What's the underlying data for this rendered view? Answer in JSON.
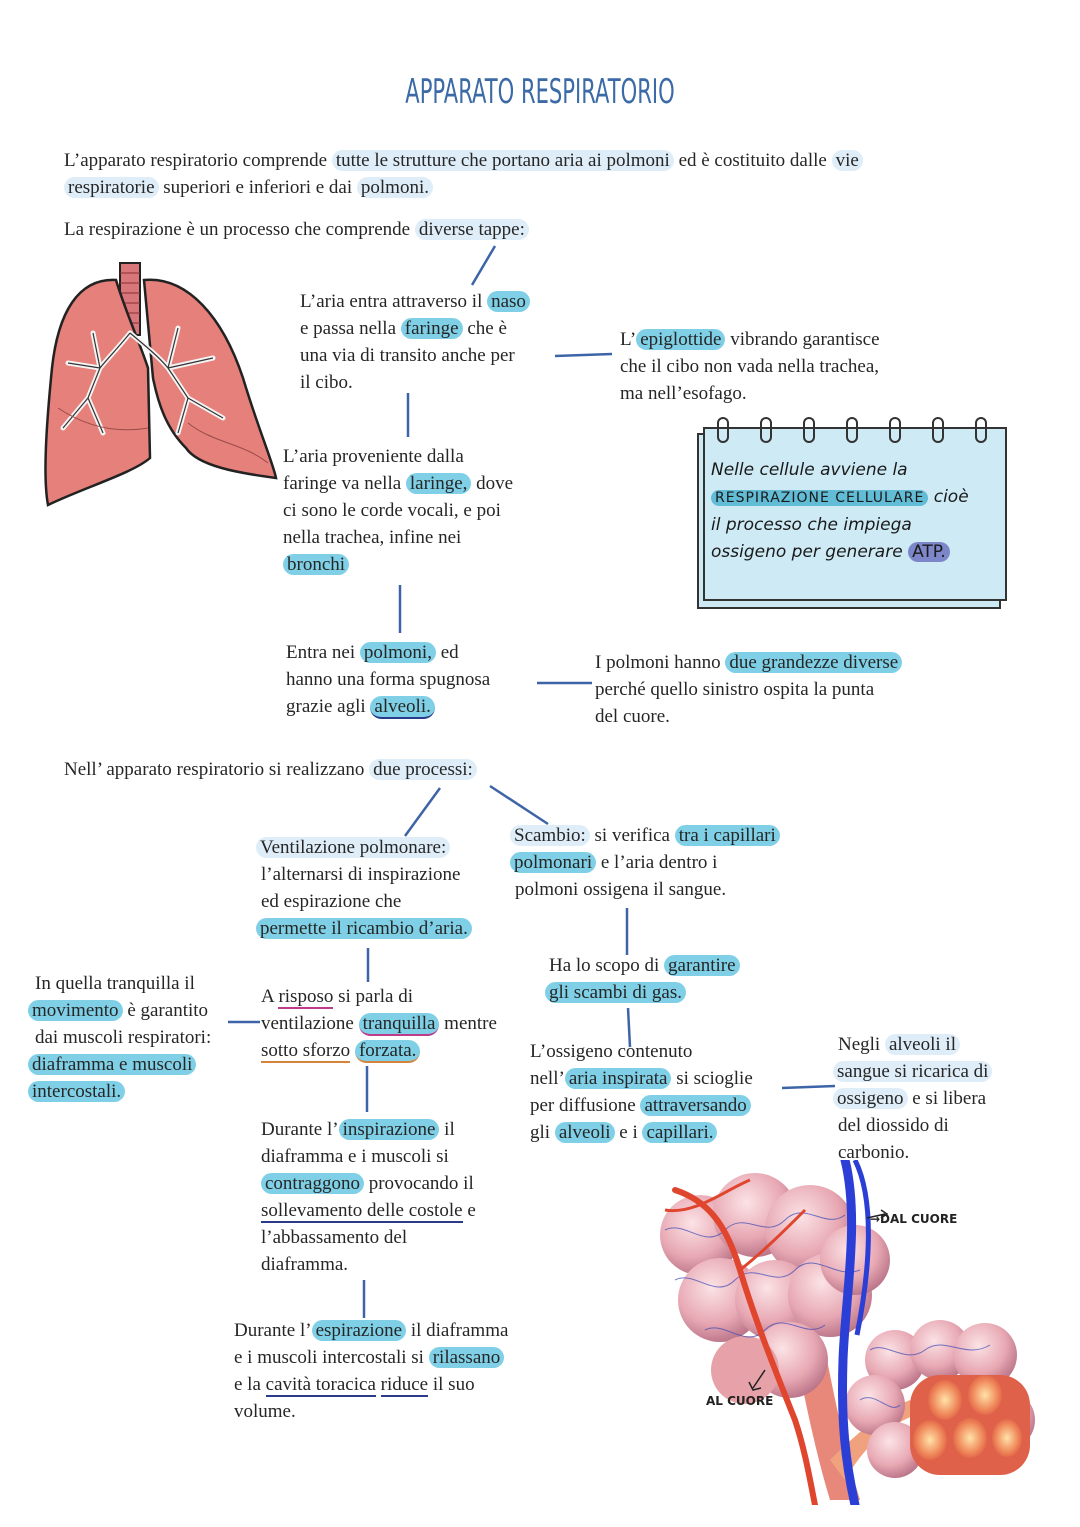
{
  "title": "APPARATO RESPIRATORIO",
  "intro": {
    "p1_a": "L’apparato respiratorio comprende ",
    "p1_h1": "tutte le strutture che portano aria ai polmoni",
    "p1_b": " ed è costituito dalle ",
    "p1_h2": "vie",
    "p1_h3": "respiratorie",
    "p1_c": " superiori e inferiori e dai ",
    "p1_h4": "polmoni.",
    "p2_a": "La respirazione è un processo che comprende ",
    "p2_h": "diverse tappe:"
  },
  "steps": {
    "naso": {
      "a": "L’aria entra attraverso il ",
      "h1": "naso",
      "b": "e passa nella ",
      "h2": "faringe",
      "c": " che è",
      "d": "una via di transito anche per",
      "e": "il cibo."
    },
    "epiglottide": {
      "a": "L’",
      "h": "epiglottide",
      "b": " vibrando garantisce",
      "c": "che il cibo non vada nella trachea,",
      "d": "ma nell’esofago."
    },
    "laringe": {
      "a": "L’aria proveniente dalla",
      "b": "faringe va nella ",
      "h1": "laringe,",
      "c": " dove",
      "d": "ci sono le corde vocali, e poi",
      "e": "nella trachea, infine nei",
      "h2": "bronchi"
    },
    "polmoni": {
      "a": "Entra nei ",
      "h1": "polmoni,",
      "b": " ed",
      "c": "hanno una forma spugnosa",
      "d": "grazie agli ",
      "h2": "alveoli."
    },
    "grandezze": {
      "a": "I polmoni hanno ",
      "h": "due grandezze diverse",
      "b": "perché quello sinistro ospita la punta",
      "c": "del cuore."
    }
  },
  "notepad": {
    "line1": "Nelle cellule avviene la",
    "highlight": "RESPIRAZIONE CELLULARE",
    "line2_tail": " cioè",
    "line3": "il processo che impiega",
    "line4": "ossigeno per generare ",
    "atp": "ATP."
  },
  "processes": {
    "intro_a": "Nell’ apparato respiratorio si realizzano ",
    "intro_h": "due processi:",
    "ventilazione": {
      "h1": "Ventilazione polmonare:",
      "a": "l’alternarsi di inspirazione",
      "b": "ed espirazione che",
      "h2": "permette il ricambio d’aria."
    },
    "scambio": {
      "h1": "Scambio:",
      "a": " si verifica ",
      "h2": "tra i capillari",
      "h3": "polmonari",
      "b": " e l’aria dentro i",
      "c": "polmoni ossigena il sangue."
    },
    "muscoli": {
      "a": "In quella tranquilla il",
      "h1": "movimento",
      "b": " è garantito",
      "c": "dai muscoli respiratori:",
      "h2": "diaframma e muscoli",
      "h3": "intercostali."
    },
    "riposo": {
      "a": "A ",
      "u1": "risposo",
      "b": " si parla di",
      "c": "ventilazione ",
      "h1": "tranquilla",
      "d": " mentre",
      "u2": "sotto sforzo",
      "h2": "forzata."
    },
    "scopo": {
      "a": "Ha lo scopo di ",
      "h1": "garantire",
      "h2": "gli scambi di gas."
    },
    "ossigeno": {
      "a": "L’ossigeno contenuto",
      "b": "nell’",
      "h1": "aria inspirata",
      "c": " si scioglie",
      "d": "per diffusione ",
      "h2": "attraversando",
      "e": "gli ",
      "h3": "alveoli",
      "f": " e i ",
      "h4": "capillari."
    },
    "negli_alveoli": {
      "a": "Negli ",
      "h1": "alveoli il",
      "h2": "sangue si ricarica di",
      "h3": "ossigeno",
      "b": " e si libera",
      "c": "del diossido di",
      "d": "carbonio."
    },
    "inspirazione": {
      "a": "Durante l’",
      "h1": "inspirazione",
      "b": " il",
      "c": "diaframma e i muscoli si",
      "h2": "contraggono",
      "d": " provocando il",
      "u1": "sollevamento delle costole",
      "e": " e",
      "f": "l’abbassamento del",
      "g": "diaframma."
    },
    "espirazione": {
      "a": "Durante l’",
      "h1": "espirazione",
      "b": " il diaframma",
      "c": "e i muscoli intercostali si ",
      "h2": "rilassano",
      "d": "e la ",
      "u1": "cavità toracica",
      "e": " ",
      "u2": "riduce",
      "f": " il suo",
      "g": "volume."
    }
  },
  "illustration_labels": {
    "dal_cuore": "→DAL CUORE",
    "al_cuore": "AL CUORE"
  },
  "colors": {
    "highlight_strong": "#7fd0e6",
    "highlight_light": "#deedf8",
    "title": "#3b6aa6",
    "connector": "#3e64a8"
  }
}
